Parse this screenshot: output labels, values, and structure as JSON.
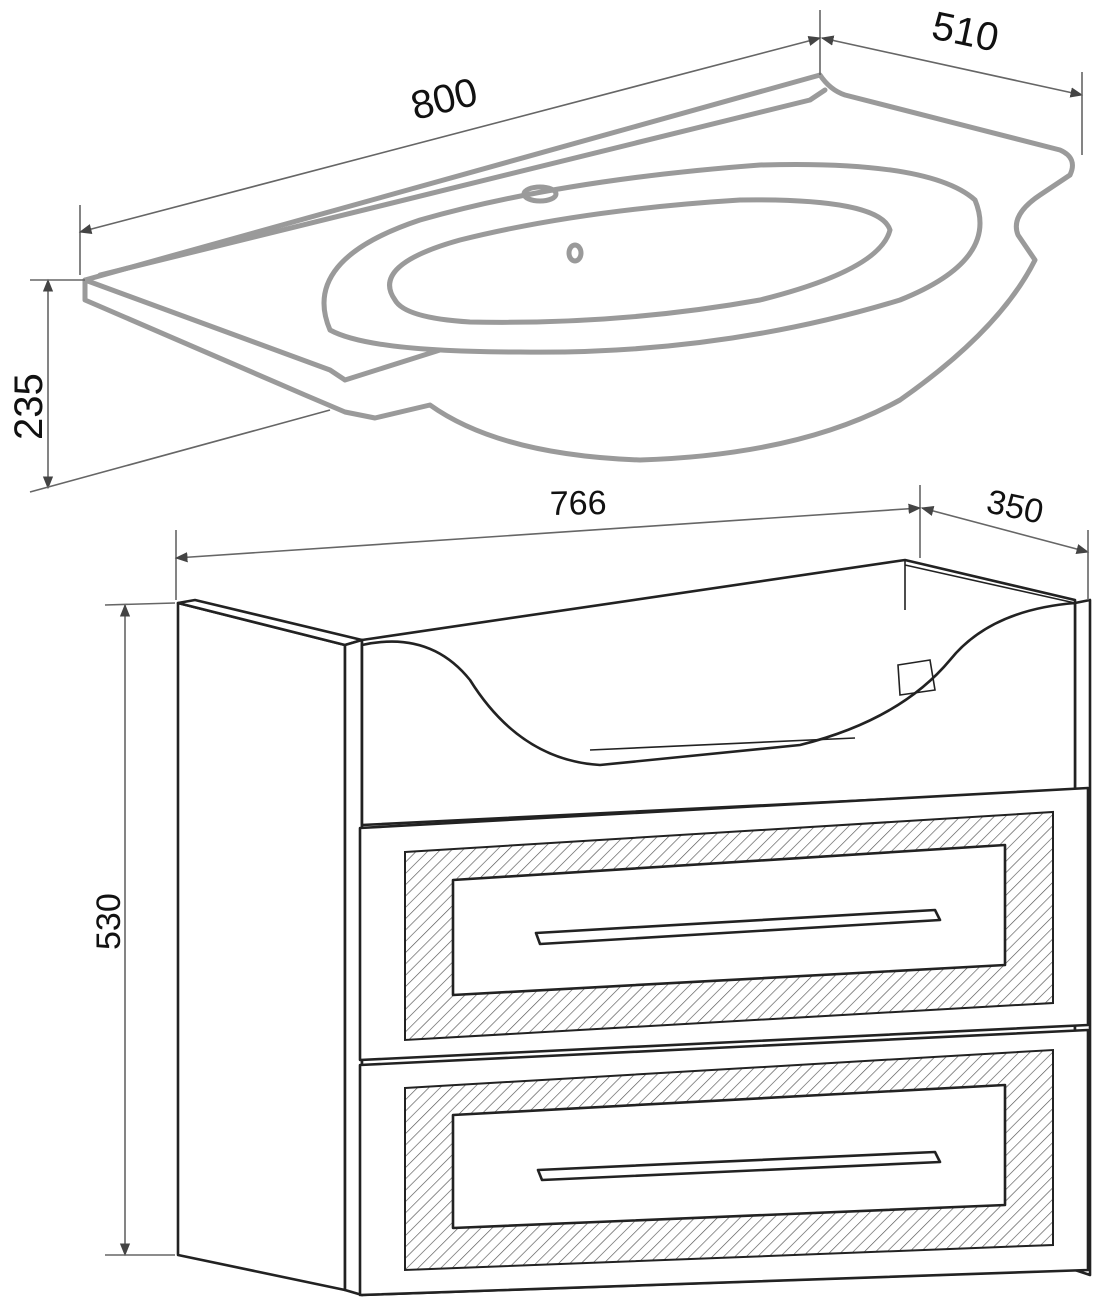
{
  "title": "Washbasin and vanity cabinet dimension drawing",
  "sink": {
    "width_label": "800",
    "depth_label": "510",
    "height_label": "235"
  },
  "cabinet": {
    "width_label": "766",
    "depth_label": "350",
    "height_label": "530",
    "drawer_count": 2
  },
  "colors": {
    "sink_outline": "#9a9a9a",
    "cabinet_outline": "#222222",
    "dimension_text": "#111111"
  }
}
